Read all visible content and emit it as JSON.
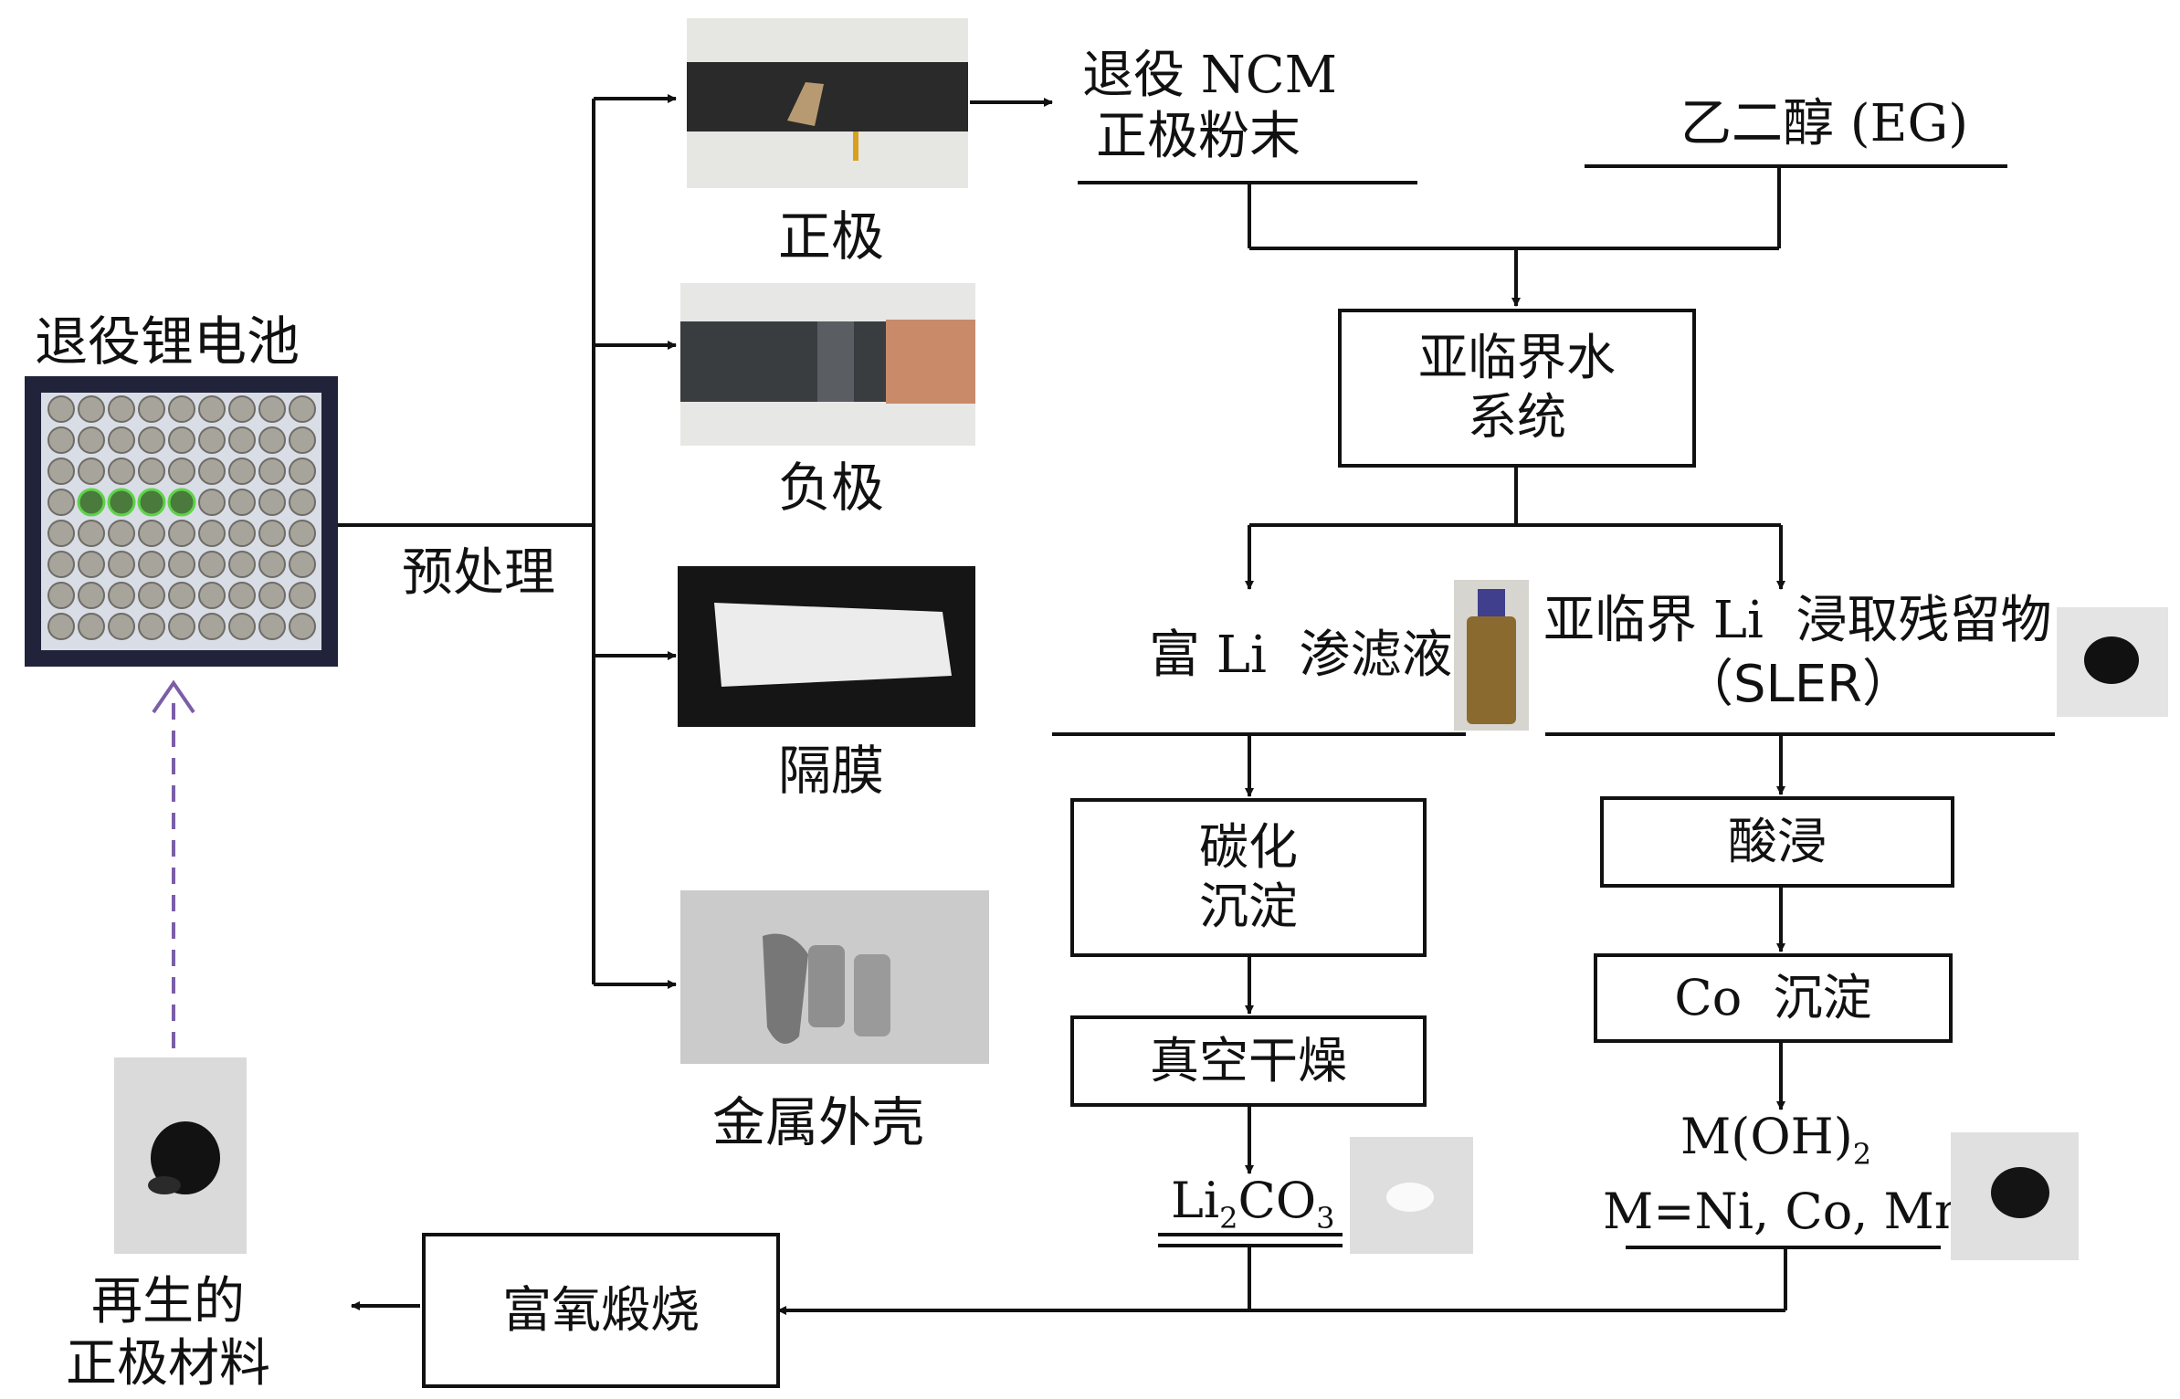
{
  "battery_label": "退役锂电池",
  "pretreatment_label": "预处理",
  "components": {
    "cathode": "正极",
    "anode": "负极",
    "separator": "隔膜",
    "metal_shell": "金属外壳"
  },
  "ncm_powder": {
    "line1": "退役 NCM",
    "line2": "正极粉末"
  },
  "ethylene_glycol": "乙二醇 (EG)",
  "subcritical_water": {
    "line1": "亚临界水",
    "line2": "系统"
  },
  "li_rich_filtrate": "富 Li  渗滤液",
  "sler": {
    "line1": "亚临界 Li  浸取残留物",
    "line2": "（SLER）"
  },
  "carbonation": {
    "line1": "碳化",
    "line2": "沉淀"
  },
  "vacuum_drying": "真空干燥",
  "li2co3": {
    "a": "Li",
    "sub1": "2",
    "b": "CO",
    "sub2": "3"
  },
  "acid_leaching": "酸浸",
  "co_precipitation": "Co  沉淀",
  "hydroxide": {
    "a": "M(OH)",
    "sub": "2",
    "line2": "M=Ni, Co, Mn"
  },
  "oxygen_calcination": "富氧煅烧",
  "regenerated": {
    "line1": "再生的",
    "line2": "正极材料"
  },
  "colors": {
    "line": "#111111",
    "dashed_arrow": "#7b5ea7"
  }
}
